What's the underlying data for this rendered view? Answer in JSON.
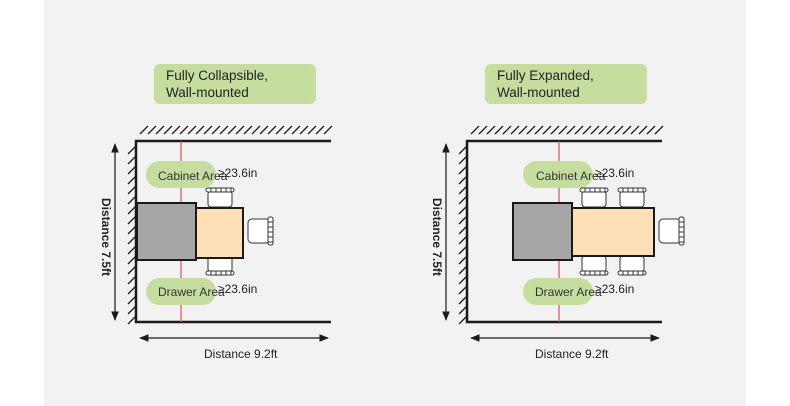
{
  "layouts": [
    {
      "title_line1": "Fully Collapsible,",
      "title_line2": "Wall-mounted",
      "cabinet_label": "Cabinet Area",
      "cabinet_dim": "≥23.6in",
      "drawer_label": "Drawer Area",
      "drawer_dim": "≥23.6in",
      "horizontal_distance": "Distance 9.2ft",
      "vertical_distance": "Distance 7.5ft"
    },
    {
      "title_line1": "Fully Expanded,",
      "title_line2": "Wall-mounted",
      "cabinet_label": "Cabinet Area",
      "cabinet_dim": "≥23.6in",
      "drawer_label": "Drawer Area",
      "drawer_dim": "≥23.6in",
      "horizontal_distance": "Distance 9.2ft",
      "vertical_distance": "Distance 7.5ft"
    }
  ],
  "colors": {
    "badge": "#c5dea0",
    "cabinet": "#a6a6a6",
    "table": "#fde0b8",
    "guide_line": "#d9534f",
    "wall": "#1a1a1a"
  }
}
